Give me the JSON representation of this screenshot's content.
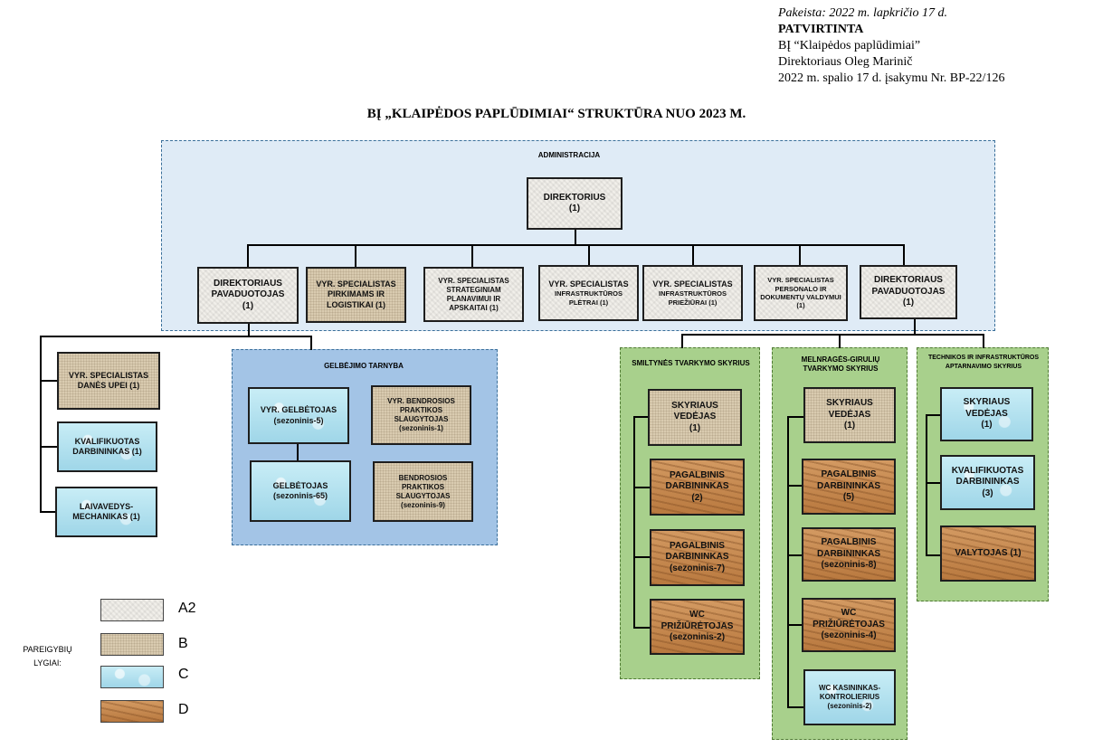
{
  "header": {
    "changed": "Pakeista: 2022 m. lapkričio 17 d.",
    "approved": "PATVIRTINTA",
    "org": "BĮ “Klaipėdos paplūdimiai”",
    "director": "Direktoriaus Oleg Marinič",
    "order": "2022 m. spalio 17 d.  įsakymu Nr. BP-22/126"
  },
  "title": "BĮ „KLAIPĖDOS PAPLŪDIMIAI“ STRUKTŪRA NUO 2023 M.",
  "areas": {
    "administracija": "ADMINISTRACIJA",
    "gelbejimo": "GELBĖJIMO TARNYBA",
    "smiltynes": "SMILTYNĖS TVARKYMO SKYRIUS",
    "melnrages": "MELNRAGĖS-GIRULIŲ TVARKYMO SKYRIUS",
    "technikos": "TECHNIKOS IR INFRASTRUKTŪROS APTARNAVIMO SKYRIUS"
  },
  "boxes": {
    "direktorius": [
      "DIREKTORIUS",
      "(1)"
    ],
    "pav_left": [
      "DIREKTORIAUS PAVADUOTOJAS",
      "(1)"
    ],
    "pirkimams": [
      "VYR. SPECIALISTAS PIRKIMAMS IR LOGISTIKAI  (1)"
    ],
    "strateginiam": [
      "VYR. SPECIALISTAS STRATEGINIAM PLANAVIMUI IR APSKAITAI (1)"
    ],
    "infra_pletrai_a": [
      "VYR. SPECIALISTAS"
    ],
    "infra_pletrai_b": [
      "INFRASTRUKTŪROS PLĖTRAI (1)"
    ],
    "infra_prieziurai_a": [
      "VYR. SPECIALISTAS"
    ],
    "infra_prieziurai_b": [
      "INFRASTRUKTŪROS PRIEŽIŪRAI (1)"
    ],
    "personalo": [
      "VYR. SPECIALISTAS PERSONALO IR DOKUMENTŲ VALDYMUI (1)"
    ],
    "pav_right": [
      "DIREKTORIAUS PAVADUOTOJAS",
      "(1)"
    ],
    "danes": [
      "VYR. SPECIALISTAS DANĖS UPEI (1)"
    ],
    "kvalif_left": [
      "KVALIFIKUOTAS DARBININKAS (1)"
    ],
    "laivavedys": [
      "LAIVAVEDYS-MECHANIKAS (1)"
    ],
    "vyr_gelbetojas": [
      "VYR. GELBĖTOJAS",
      "(sezoninis-5)"
    ],
    "gelbetojas": [
      "GELBĖTOJAS",
      "(sezoninis-65)"
    ],
    "vyr_slaugytojas": [
      "VYR. BENDROSIOS PRAKTIKOS SLAUGYTOJAS",
      "(sezoninis-1)"
    ],
    "slaugytojas": [
      "BENDROSIOS PRAKTIKOS SLAUGYTOJAS",
      "(sezoninis-9)"
    ],
    "s_vedejas": [
      "SKYRIAUS VEDĖJAS",
      "(1)"
    ],
    "s_pag1": [
      "PAGALBINIS DARBININKAS",
      "(2)"
    ],
    "s_pag2": [
      "PAGALBINIS DARBININKAS",
      "(sezoninis-7)"
    ],
    "s_wc": [
      "WC PRIŽIŪRĖTOJAS",
      "(sezoninis-2)"
    ],
    "m_vedejas": [
      "SKYRIAUS VEDĖJAS",
      "(1)"
    ],
    "m_pag1": [
      "PAGALBINIS DARBININKAS",
      "(5)"
    ],
    "m_pag2": [
      "PAGALBINIS DARBININKAS",
      "(sezoninis-8)"
    ],
    "m_wc": [
      "WC PRIŽIŪRĖTOJAS",
      "(sezoninis-4)"
    ],
    "m_kasininkas": [
      "WC KASININKAS-KONTROLIERIUS",
      "(sezoninis-2)"
    ],
    "t_vedejas": [
      "SKYRIAUS VEDĖJAS",
      "(1)"
    ],
    "t_kvalif": [
      "KVALIFIKUOTAS DARBININKAS",
      "(3)"
    ],
    "t_valytojas": [
      "VALYTOJAS (1)"
    ]
  },
  "legend": {
    "title_line1": "PAREIGYBIŲ",
    "title_line2": "LYGIAI:",
    "levels": [
      "A2",
      "B",
      "C",
      "D"
    ]
  }
}
